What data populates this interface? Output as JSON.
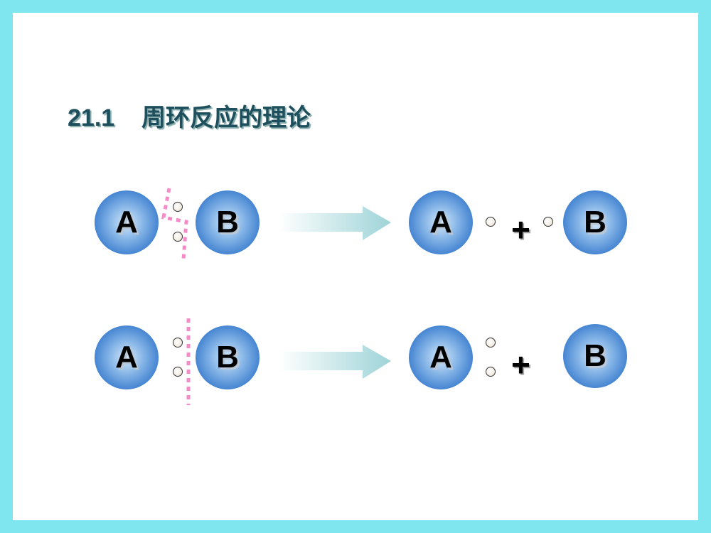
{
  "title": "21.1    周环反应的理论",
  "colors": {
    "frame": "#7fe6ef",
    "atom": "#3d7fcf",
    "bond_line": "#f58cc8",
    "arrow": "#9ed4d8"
  },
  "rows": [
    {
      "reactants": [
        "A",
        "B"
      ],
      "products": [
        "A",
        "B"
      ],
      "operator": "+",
      "bond_line": "bent-dashed"
    },
    {
      "reactants": [
        "A",
        "B"
      ],
      "products": [
        "A",
        "B"
      ],
      "operator": "+",
      "bond_line": "straight-dashed"
    }
  ]
}
